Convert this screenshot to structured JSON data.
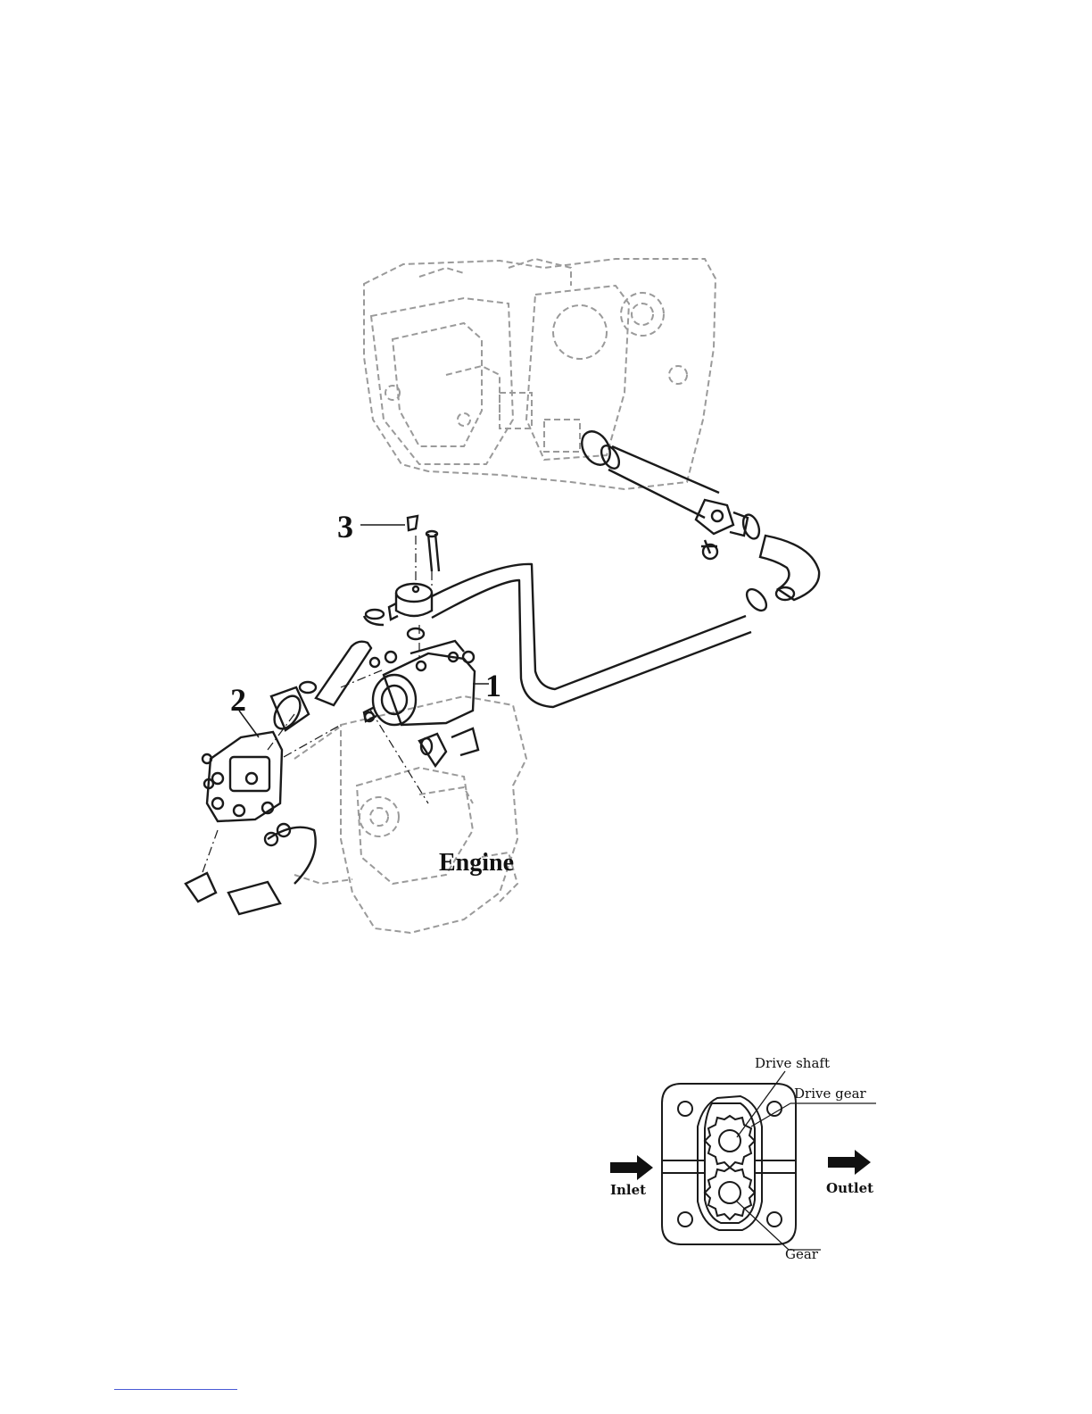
{
  "callouts": {
    "part_1": "1",
    "part_2": "2",
    "part_3": "3",
    "engine": "Engine"
  },
  "gear_pump": {
    "drive_shaft": "Drive shaft",
    "drive_gear": "Drive gear",
    "gear": "Gear",
    "inlet": "Inlet",
    "outlet": "Outlet"
  },
  "colors": {
    "line": "#1a1a1a",
    "ghost": "#9a9a9a",
    "footer_rule": "#4a5ad6"
  }
}
